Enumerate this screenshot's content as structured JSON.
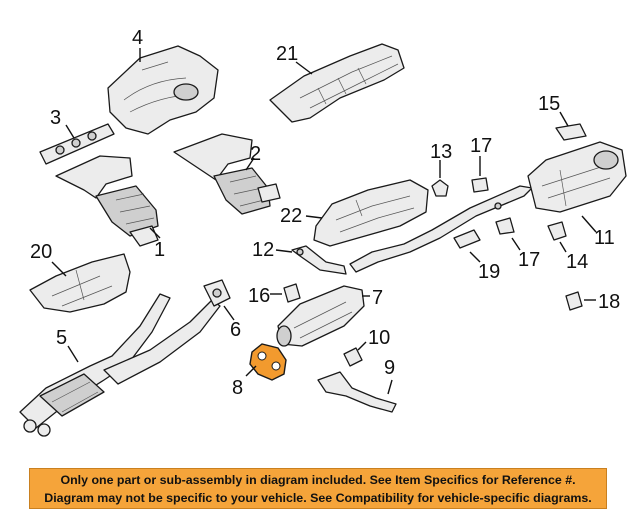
{
  "callouts": {
    "c1": "1",
    "c2": "2",
    "c3": "3",
    "c4": "4",
    "c5": "5",
    "c6": "6",
    "c7": "7",
    "c8": "8",
    "c9": "9",
    "c10": "10",
    "c11": "11",
    "c12": "12",
    "c13": "13",
    "c14": "14",
    "c15": "15",
    "c16": "16",
    "c17a": "17",
    "c17b": "17",
    "c18": "18",
    "c19": "19",
    "c20": "20",
    "c21": "21",
    "c22": "22"
  },
  "banner": {
    "line1": "Only one part or sub-assembly in diagram included. See Item Specifics for Reference #.",
    "line2": "Diagram may not be specific to your vehicle. See Compatibility for vehicle-specific diagrams."
  },
  "colors": {
    "banner_bg": "#f5a43a",
    "highlight": "#f29a2e"
  }
}
